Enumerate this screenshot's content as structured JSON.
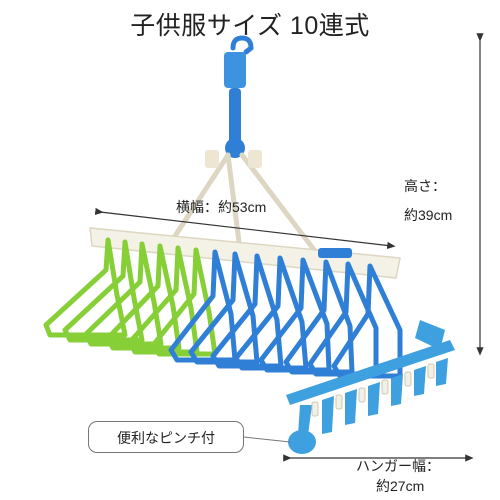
{
  "title": "子供服サイズ 10連式",
  "labels": {
    "width": "横幅：約53cm",
    "height_title": "高さ：",
    "height_value": "約39cm",
    "hanger_width_title": "ハンガー幅：",
    "hanger_width_value": "約27cm",
    "pinch_callout": "便利なピンチ付"
  },
  "colors": {
    "green": "#86cf37",
    "blue": "#2f7fd6",
    "light_blue": "#3fa0e0",
    "frame": "#f4f1e6",
    "text": "#222222"
  },
  "icons": [
    "hook-icon",
    "clothes-hanger-icon",
    "clothespin-icon"
  ]
}
